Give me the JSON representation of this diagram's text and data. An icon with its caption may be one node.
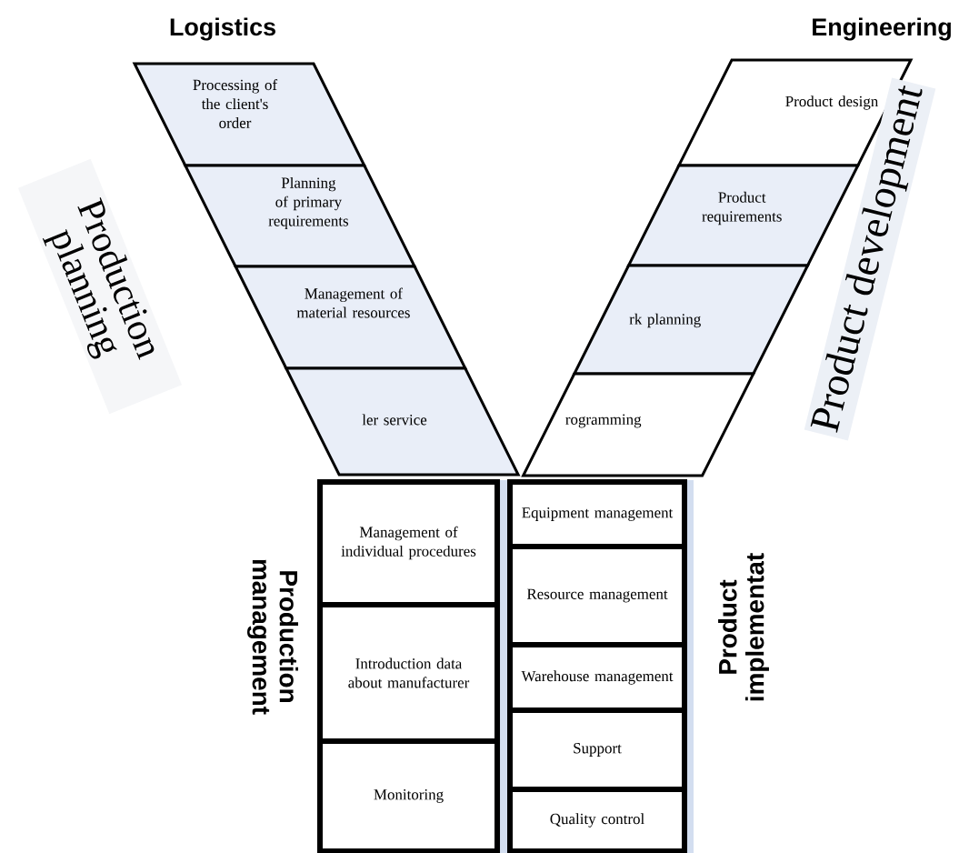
{
  "diagram": {
    "nodes": [
      {
        "text": [
          "Processing of the client's order"
        ]
      },
      {
        "text": [
          "Planning of primary requirements"
        ]
      },
      {
        "text": [
          "Management of material resources"
        ]
      },
      {
        "text": [
          "ler service"
        ]
      },
      {
        "text": [
          "Product design"
        ]
      },
      {
        "text": [
          "Product requirements"
        ]
      },
      {
        "text": [
          "rk planning"
        ]
      },
      {
        "text": [
          "rogramming"
        ]
      },
      {
        "text": [
          "Management of individual procedures"
        ]
      },
      {
        "text": [
          "Introduction data about manufacturer"
        ]
      },
      {
        "text": [
          "Monitoring"
        ]
      },
      {
        "text": [
          "Equipment management"
        ]
      },
      {
        "text": [
          "Resource management"
        ]
      },
      {
        "text": [
          "Warehouse management"
        ]
      },
      {
        "text": [
          "Support"
        ]
      },
      {
        "text": [
          "Quality control"
        ]
      }
    ],
    "edges": [],
    "labels": [
      "Logistics",
      "Engineering",
      "Production planning",
      "Product development",
      "Production management",
      "Product implementat"
    ]
  }
}
